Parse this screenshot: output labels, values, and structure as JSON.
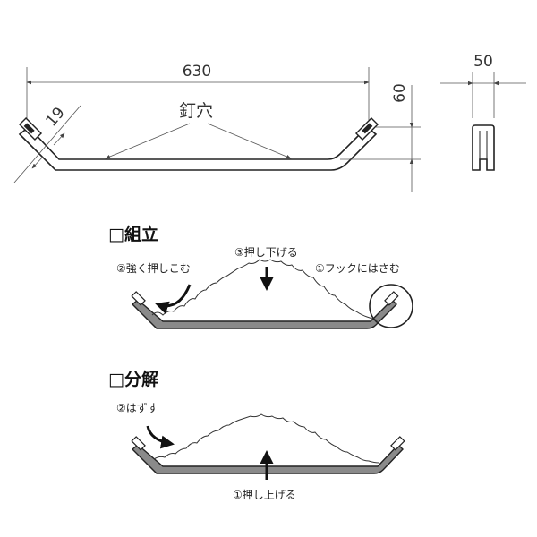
{
  "dimensions": {
    "length": "630",
    "diameter": "19",
    "height": "60",
    "width": "50"
  },
  "nail_hole_label": "釘穴",
  "assembly": {
    "heading": "□組立",
    "step1": "①フックにはさむ",
    "step2": "②強く押しこむ",
    "step3": "③押し下げる"
  },
  "disassembly": {
    "heading": "□分解",
    "step1": "①押し上げる",
    "step2": "②はずす"
  },
  "colors": {
    "line": "#222222",
    "bar_fill": "#8a8a8a",
    "dimension_line": "#555555"
  }
}
